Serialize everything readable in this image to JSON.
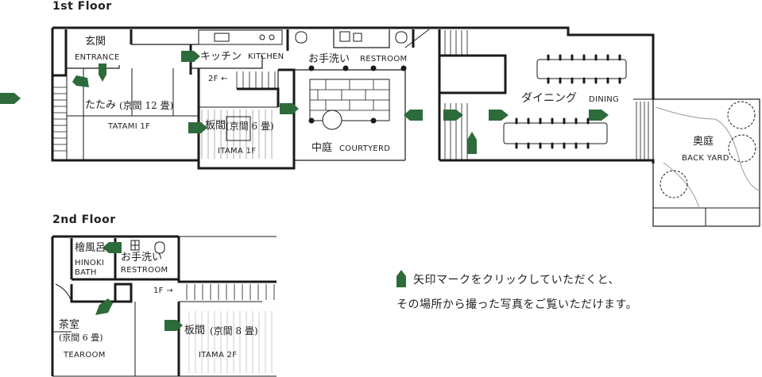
{
  "floors": {
    "first": "1st Floor",
    "second": "2nd Floor"
  },
  "rooms": {
    "entrance_jp": "玄関",
    "entrance_en": "ENTRANCE",
    "kitchen_jp": "キッチン",
    "kitchen_en": "KITCHEN",
    "restroom1_jp": "お手洗い",
    "restroom1_en": "RESTROOM",
    "tatami_jp": "たたみ",
    "tatami_size": "(京間 12 畳)",
    "tatami_en": "TATAMI 1F",
    "itama1_jp": "板間",
    "itama1_size": "(京間 6 畳)",
    "itama1_en": "ITAMA 1F",
    "courtyard_jp": "中庭",
    "courtyard_en": "COURTYERD",
    "dining_jp": "ダイニング",
    "dining_en": "DINING",
    "backyard_jp": "奥庭",
    "backyard_en": "BACK YARD",
    "stairs_up": "2F ←",
    "hinoki_jp": "檜風呂",
    "hinoki_en1": "HINOKI",
    "hinoki_en2": "BATH",
    "restroom2_jp": "お手洗い",
    "restroom2_en": "RESTROOM",
    "stairs_down": "1F →",
    "tearoom_jp": "茶室",
    "tearoom_size": "(京間 6 畳)",
    "tearoom_en": "TEAROOM",
    "itama2_jp": "板間",
    "itama2_size": "(京間 8 畳)",
    "itama2_en": "ITAMA 2F"
  },
  "instructions": {
    "line1": "矢印マークをクリックしていただくと、",
    "line2": "その場所から撮った写真をご覧いただけます。"
  },
  "colors": {
    "arrow": "#2e6b3b",
    "wall": "#1a1a1a",
    "line": "#9a9a9a"
  }
}
